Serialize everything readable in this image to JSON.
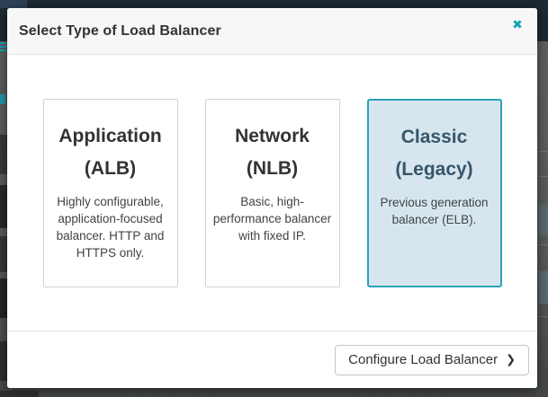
{
  "modal": {
    "title": "Select Type of Load Balancer",
    "close_glyph": "✖",
    "cards": [
      {
        "id": "application-alb",
        "title_line1": "Application",
        "title_line2": "(ALB)",
        "description": "Highly configurable, application-focused balancer. HTTP and HTTPS only.",
        "selected": false
      },
      {
        "id": "network-nlb",
        "title_line1": "Network",
        "title_line2": "(NLB)",
        "description": "Basic, high-performance balancer with fixed IP.",
        "selected": false
      },
      {
        "id": "classic-legacy",
        "title_line1": "Classic",
        "title_line2": "(Legacy)",
        "description": "Previous generation balancer (ELB).",
        "selected": true
      }
    ],
    "footer": {
      "configure_button_label": "Configure Load Balancer",
      "configure_button_chevron": "❯"
    }
  },
  "colors": {
    "accent_teal": "#1ba2b8",
    "selected_card_background": "#d7e6ee",
    "selected_card_border": "#2aa3b8",
    "selected_card_heading": "#35566b",
    "modal_header_background": "#f7f7f8",
    "backdrop_navbar": "#1c2a34",
    "backdrop_page_gray": "#55585a"
  }
}
